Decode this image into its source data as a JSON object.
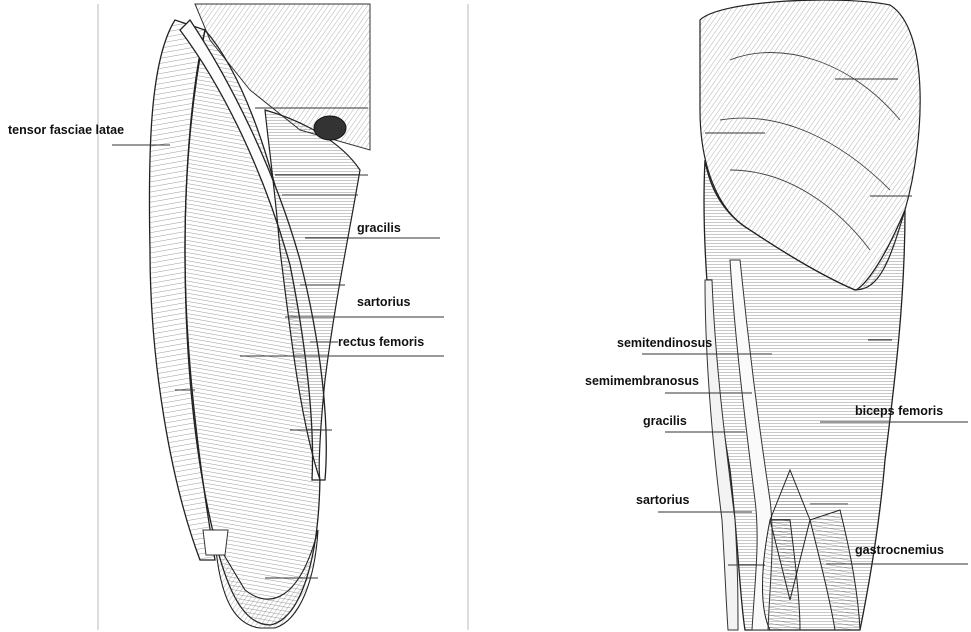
{
  "anterior_labels": {
    "tensor": "tensor fasciae latae",
    "gracilis": "gracilis",
    "sartorius": "sartorius",
    "rectus": "rectus femoris"
  },
  "posterior_labels": {
    "semitendinosus": "semitendinosus",
    "semimembranosus": "semimembranosus",
    "gracilis": "gracilis",
    "biceps": "biceps femoris",
    "sartorius": "sartorius",
    "gastrocnemius": "gastrocnemius"
  },
  "colors": {
    "ink": "#222222",
    "label": "#111111",
    "background": "#ffffff"
  }
}
